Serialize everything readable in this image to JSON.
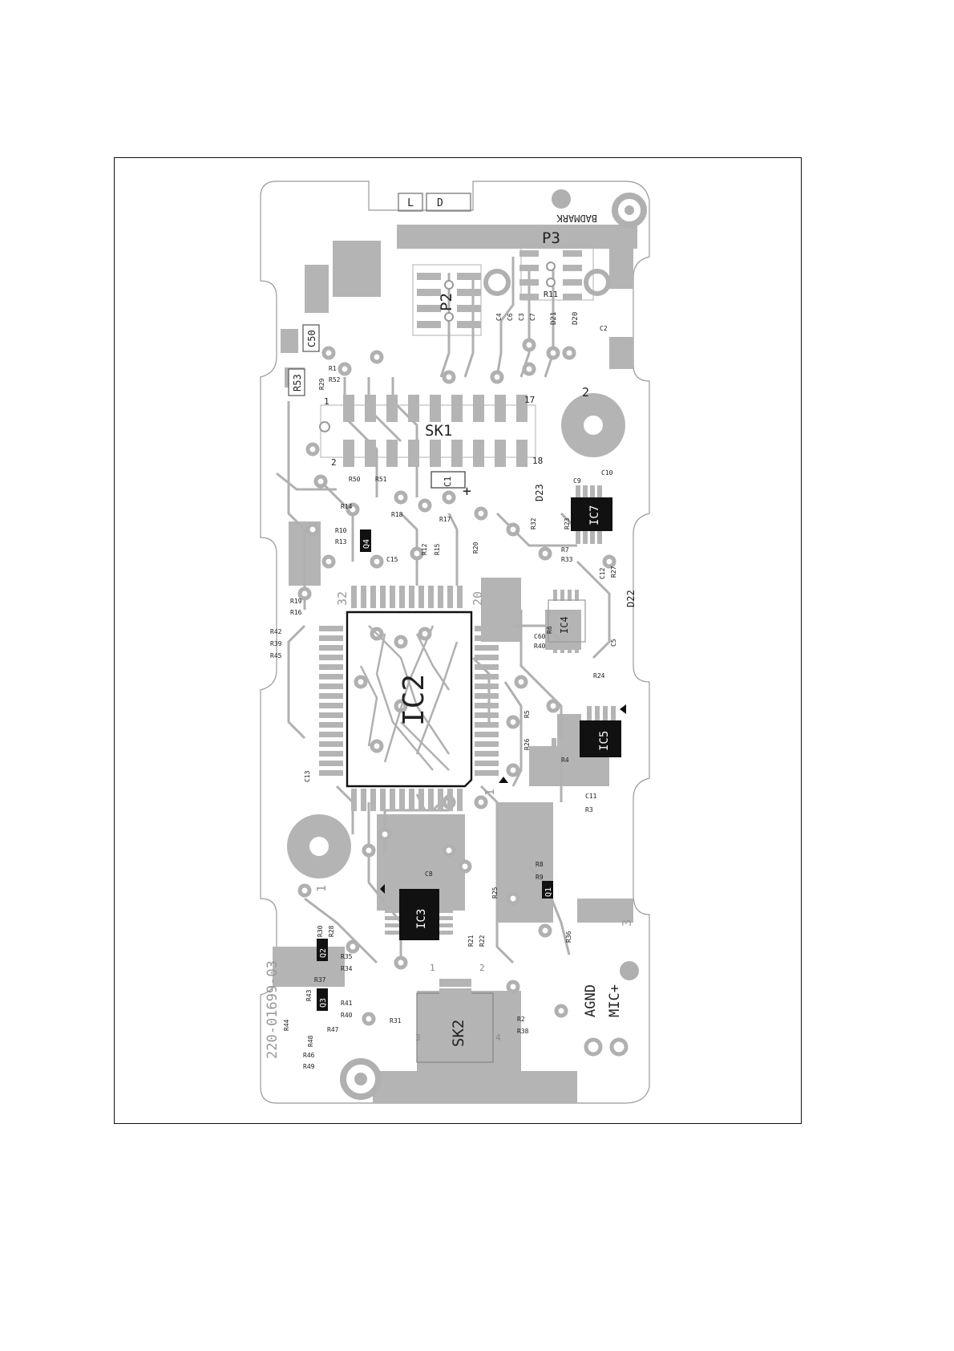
{
  "board": {
    "part_number": "220-01699-03",
    "maker": "BADMARK",
    "colors": {
      "copper": "#b4b4b4",
      "trace": "#b0b0b0",
      "ic_fill": "#111111",
      "outline": "#111111",
      "silk": "#222222"
    }
  },
  "boxes": {
    "l": "L",
    "d": "D"
  },
  "connectors": {
    "p2": "P2",
    "p3": "P3",
    "sk1": "SK1",
    "sk2": "SK2",
    "sk1_pin1": "1",
    "sk1_pin2": "2",
    "sk1_pin17": "17",
    "sk1_pin18": "18",
    "sk2_pin1": "1",
    "sk2_pin2": "2",
    "sk2_pin3": "3",
    "sk2_pin4": "4"
  },
  "ics": {
    "ic2": "IC2",
    "ic3": "IC3",
    "ic4": "IC4",
    "ic5": "IC5",
    "ic7": "IC7"
  },
  "ic2_pins": {
    "p32": "32",
    "p20": "20",
    "p1": "1"
  },
  "transistors": {
    "q1": "Q1",
    "q2": "Q2",
    "q3": "Q3",
    "q4": "Q4"
  },
  "pads": {
    "agnd": "AGND",
    "mic": "MIC+",
    "n1": "1",
    "n3": "3",
    "n2": "2"
  },
  "caps": [
    "C50",
    "C1",
    "C2",
    "C3",
    "C4",
    "C5",
    "C6",
    "C7",
    "C8",
    "C9",
    "C10",
    "C11",
    "C12",
    "C13",
    "C15",
    "C60"
  ],
  "resistors": [
    "R53",
    "R1",
    "R52",
    "R29",
    "R50",
    "R51",
    "R14",
    "R18",
    "R17",
    "R10",
    "R13",
    "R12",
    "R15",
    "R20",
    "R32",
    "R23",
    "R7",
    "R33",
    "R27",
    "R19",
    "R16",
    "R42",
    "R39",
    "R45",
    "R6",
    "R40",
    "R24",
    "R5",
    "R26",
    "R4",
    "R3",
    "R8",
    "R9",
    "R25",
    "R30",
    "R28",
    "R35",
    "R37",
    "R34",
    "R36",
    "R43",
    "R41",
    "R44",
    "R46",
    "R47",
    "R48",
    "R49",
    "R31",
    "R21",
    "R22",
    "R38",
    "R11"
  ],
  "diodes": [
    "D20",
    "D21",
    "D22",
    "D23"
  ],
  "other_labels": {
    "plus": "+"
  }
}
